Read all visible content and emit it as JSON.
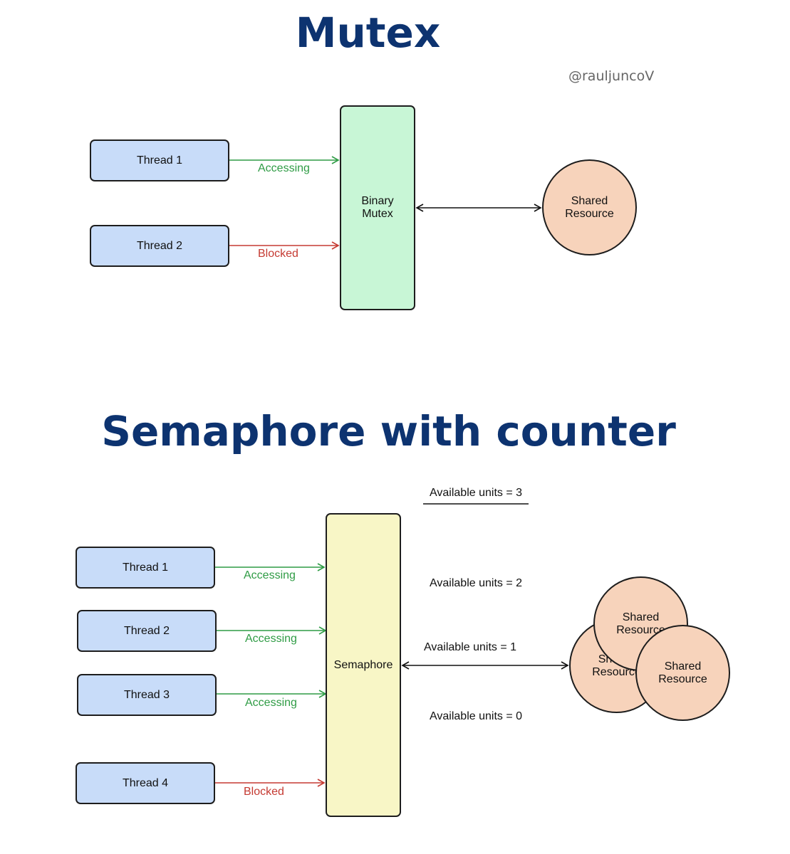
{
  "mutex": {
    "title": "Mutex",
    "handle": "@rauljuncoV",
    "threads": [
      {
        "label": "Thread 1",
        "status": "Accessing"
      },
      {
        "label": "Thread 2",
        "status": "Blocked"
      }
    ],
    "lock_label": "Binary\nMutex",
    "resource_label": "Shared\nResource"
  },
  "semaphore": {
    "title": "Semaphore with counter",
    "threads": [
      {
        "label": "Thread 1",
        "status": "Accessing"
      },
      {
        "label": "Thread 2",
        "status": "Accessing"
      },
      {
        "label": "Thread 3",
        "status": "Accessing"
      },
      {
        "label": "Thread 4",
        "status": "Blocked"
      }
    ],
    "lock_label": "Semaphore",
    "units": [
      "Available units = 3",
      "Available units = 2",
      "Available units = 1",
      "Available units = 0"
    ],
    "resources": [
      "Shared\nResource",
      "Shared\nResource",
      "Shared\nResource"
    ]
  },
  "colors": {
    "title": "#0d3370",
    "thread_fill": "#c8dcf9",
    "mutex_fill": "#c8f6d6",
    "semaphore_fill": "#f8f6c6",
    "resource_fill": "#f7d3bb",
    "accessing": "#2f9c45",
    "blocked": "#c53a32"
  }
}
